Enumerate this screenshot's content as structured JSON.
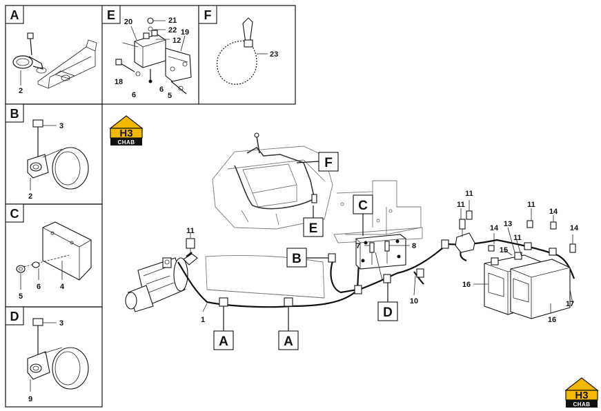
{
  "panels": {
    "A": {
      "letter": "A",
      "labels": [
        "2"
      ]
    },
    "B": {
      "letter": "B",
      "labels": [
        "3",
        "2"
      ]
    },
    "C": {
      "letter": "C",
      "labels": [
        "5",
        "6",
        "4"
      ]
    },
    "D": {
      "letter": "D",
      "labels": [
        "3",
        "9"
      ]
    },
    "E": {
      "letter": "E",
      "labels": [
        "20",
        "21",
        "22",
        "19",
        "12",
        "18",
        "6",
        "6",
        "5"
      ]
    },
    "F": {
      "letter": "F",
      "labels": [
        "23"
      ]
    }
  },
  "logo": {
    "text": "H3",
    "subtext": "CHAB"
  },
  "main": {
    "callouts": [
      "F",
      "C",
      "B",
      "E",
      "D",
      "A",
      "A"
    ],
    "part_numbers": {
      "starter_11": "11",
      "cable_1": "1",
      "box_7": "7",
      "box_8": "8",
      "cable_10": "10",
      "bat_11a": "11",
      "bat_11b": "11",
      "bat_11c": "11",
      "bat_11d": "11",
      "bat_14a": "14",
      "bat_14b": "14",
      "bat_14c": "14",
      "bat_13": "13",
      "bat_15": "15",
      "bat_16a": "16",
      "bat_16b": "16",
      "bat_17": "17"
    }
  }
}
